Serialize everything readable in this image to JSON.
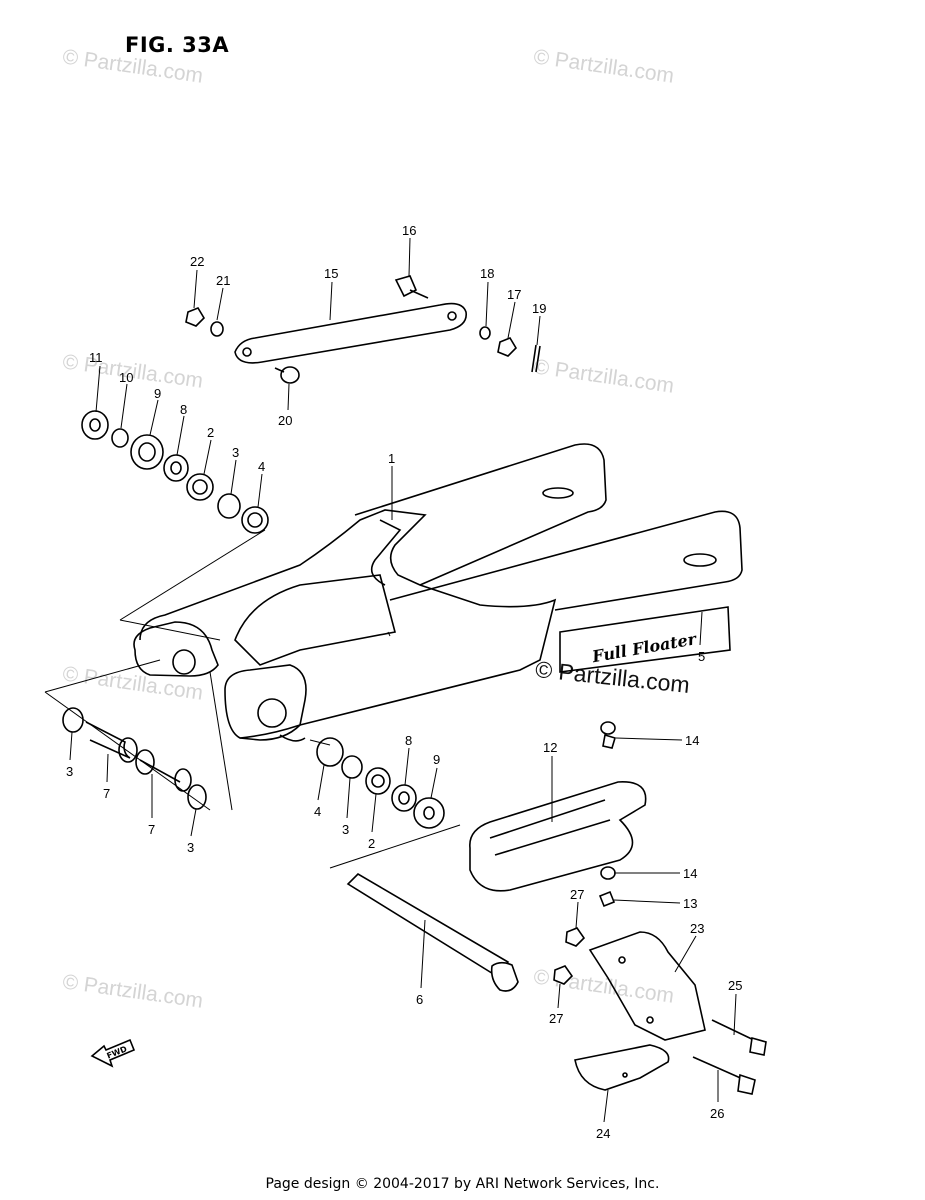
{
  "figure": {
    "title": "FIG. 33A"
  },
  "watermarks": [
    "© Partzilla.com",
    "© Partzilla.com",
    "© Partzilla.com",
    "© Partzilla.com",
    "© Partzilla.com",
    "© Partzilla.com",
    "© Partzilla.com"
  ],
  "watermark_strong": "© Partzilla.com",
  "decal_text": "Full Floater",
  "fwd_label": "FWD",
  "callouts": {
    "c1": "1",
    "c2a": "2",
    "c2b": "2",
    "c3a": "3",
    "c3b": "3",
    "c3c": "3",
    "c3d": "3",
    "c4a": "4",
    "c4b": "4",
    "c5": "5",
    "c6": "6",
    "c7a": "7",
    "c7b": "7",
    "c8a": "8",
    "c8b": "8",
    "c9a": "9",
    "c9b": "9",
    "c10": "10",
    "c11": "11",
    "c12": "12",
    "c13": "13",
    "c14a": "14",
    "c14b": "14",
    "c15": "15",
    "c16": "16",
    "c17": "17",
    "c18": "18",
    "c19": "19",
    "c20": "20",
    "c21": "21",
    "c22": "22",
    "c23": "23",
    "c24": "24",
    "c25": "25",
    "c26": "26",
    "c27a": "27",
    "c27b": "27"
  },
  "footer": "Page design © 2004-2017 by ARI Network Services, Inc."
}
